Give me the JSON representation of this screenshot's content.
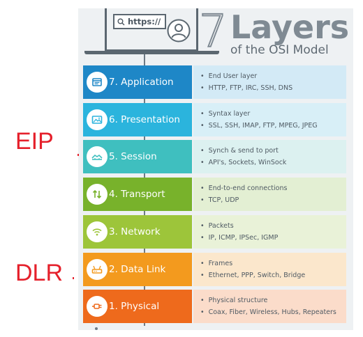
{
  "header": {
    "url_text": "https://",
    "title_number": "7",
    "title_word": "Layers",
    "title_sub": "of the OSI Model"
  },
  "layers": [
    {
      "label": "7. Application",
      "color": "#1e87c7",
      "desc_color": "#d3eaf6",
      "icon": "window-icon",
      "items": [
        "End User layer",
        "HTTP, FTP, IRC, SSH, DNS"
      ]
    },
    {
      "label": "6. Presentation",
      "color": "#2bb4dd",
      "desc_color": "#d8eff7",
      "icon": "image-icon",
      "items": [
        "Syntax layer",
        "SSL, SSH, IMAP, FTP, MPEG, JPEG"
      ]
    },
    {
      "label": "5. Session",
      "color": "#3fbfbf",
      "desc_color": "#dcf1f0",
      "icon": "handshake-icon",
      "items": [
        "Synch & send to port",
        "API's, Sockets, WinSock"
      ]
    },
    {
      "label": "4. Transport",
      "color": "#78b22b",
      "desc_color": "#e3efd3",
      "icon": "arrows-up-down-icon",
      "items": [
        "End-to-end connections",
        "TCP, UDP"
      ]
    },
    {
      "label": "3. Network",
      "color": "#9dc53a",
      "desc_color": "#e9f2d8",
      "icon": "wifi-icon",
      "items": [
        "Packets",
        "IP, ICMP, IPSec, IGMP"
      ]
    },
    {
      "label": "2. Data Link",
      "color": "#f39a1e",
      "desc_color": "#fbe7cc",
      "icon": "router-icon",
      "items": [
        "Frames",
        "Ethernet, PPP, Switch, Bridge"
      ]
    },
    {
      "label": "1. Physical",
      "color": "#ee6a1c",
      "desc_color": "#fbdcca",
      "icon": "plug-icon",
      "items": [
        "Physical structure",
        "Coax, Fiber, Wireless, Hubs, Repeaters"
      ]
    }
  ],
  "annotations": {
    "eip": "EIP",
    "dlr": "DLR",
    "color": "#e5202b"
  }
}
